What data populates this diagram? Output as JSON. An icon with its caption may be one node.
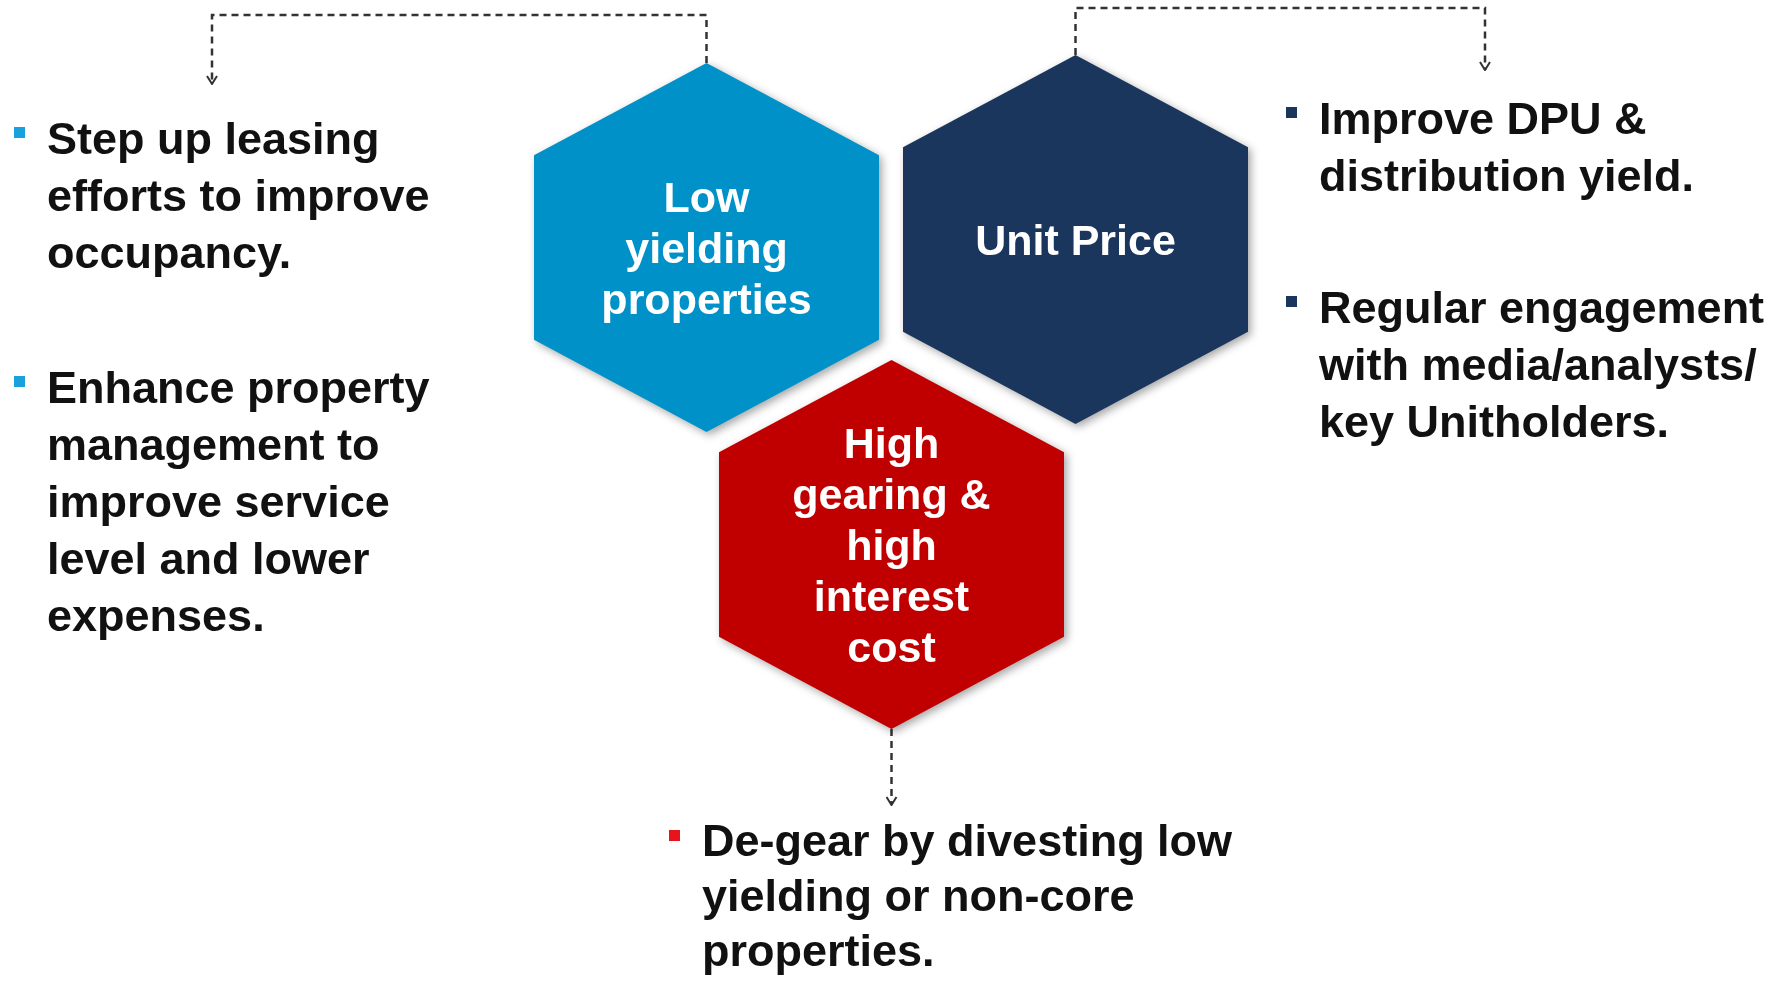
{
  "diagram": {
    "nodes": [
      {
        "text": [
          "Low yielding properties"
        ]
      },
      {
        "text": [
          "Unit Price"
        ]
      },
      {
        "text": [
          "High gearing & high interest cost"
        ]
      },
      {
        "text": [
          "Step up leasing efforts to improve occupancy.",
          "Enhance property management to improve service level and lower expenses."
        ]
      },
      {
        "text": [
          "Improve DPU & distribution yield.",
          "Regular engagement  with media/analysts/ key Unitholders."
        ]
      },
      {
        "text": [
          "De-gear by divesting low yielding or non-core properties."
        ]
      }
    ],
    "edges": [
      {
        "from": 0,
        "to": 3,
        "arrow": "to",
        "style": "dashed"
      },
      {
        "from": 1,
        "to": 4,
        "arrow": "to",
        "style": "dashed"
      },
      {
        "from": 2,
        "to": 5,
        "arrow": "to",
        "style": "dashed"
      }
    ]
  }
}
